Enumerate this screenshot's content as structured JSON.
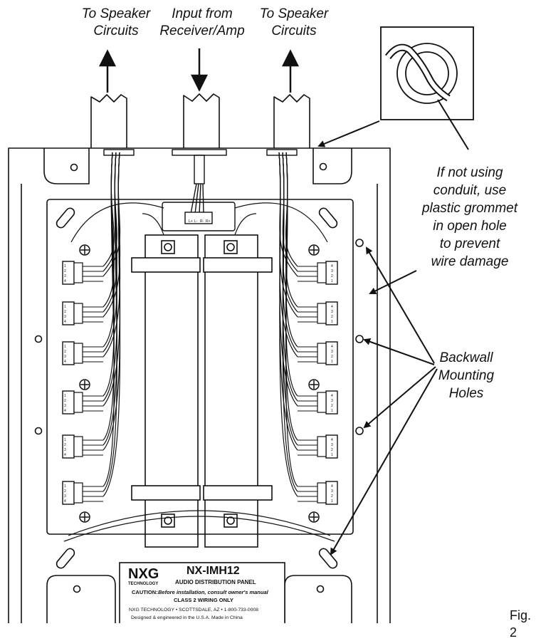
{
  "labels": {
    "to_speaker_left": [
      "To Speaker",
      "Circuits"
    ],
    "input": [
      "Input from",
      "Receiver/Amp"
    ],
    "to_speaker_right": [
      "To Speaker",
      "Circuits"
    ],
    "grommet_note": [
      "If not using",
      "conduit, use",
      "plastic grommet",
      "in open hole",
      "to prevent",
      "wire damage"
    ],
    "backwall": [
      "Backwall",
      "Mounting",
      "Holes"
    ],
    "fig": "Fig. 2"
  },
  "input_connector_pins": [
    "L+",
    "L-",
    "R-",
    "R+"
  ],
  "left_connector_pins": [
    "1",
    "2",
    "3",
    "4"
  ],
  "right_connector_pins": [
    "4",
    "3",
    "2",
    "1"
  ],
  "plate": {
    "logo": "NXG",
    "logo_sub": "TECHNOLOGY",
    "model": "NX-IMH12",
    "product": "AUDIO DISTRIBUTION PANEL",
    "caution_label": "CAUTION:",
    "caution_text": "Before installation, consult owner's manual",
    "class_text": "CLASS 2 WIRING ONLY",
    "address": "NXG TECHNOLOGY • SCOTTSDALE, AZ • 1-800-733-0008",
    "designed": "Designed & engineered in the U.S.A. Made in China"
  }
}
